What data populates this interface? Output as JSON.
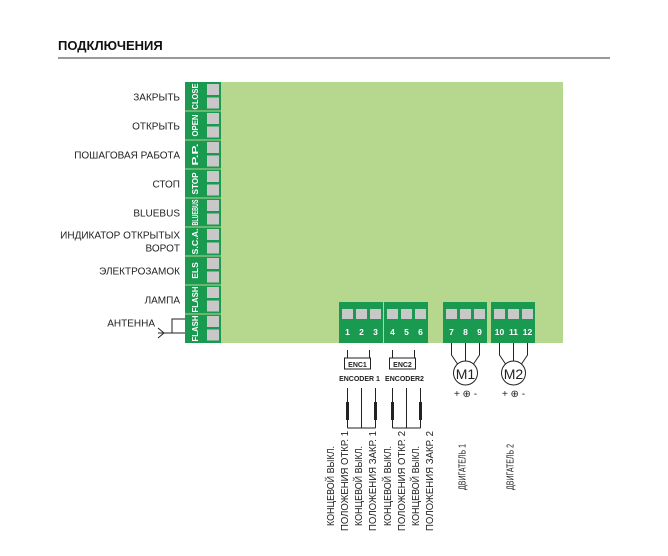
{
  "title": "ПОДКЛЮЧЕНИЯ",
  "colors": {
    "board": "#b6d88e",
    "terminal": "#1a9a50",
    "pin": "#c8c8c8"
  },
  "left_terminals": [
    {
      "label": "ЗАКРЫТЬ",
      "code": "CLOSE"
    },
    {
      "label": "ОТКРЫТЬ",
      "code": "OPEN"
    },
    {
      "label": "ПОШАГОВАЯ РАБОТА",
      "code": "P.P."
    },
    {
      "label": "СТОП",
      "code": "STOP"
    },
    {
      "label": "BLUEBUS",
      "code": "BLUEBUS"
    },
    {
      "label": "ИНДИКАТОР ОТКРЫТЫХ",
      "label2": "ВОРОТ",
      "code": "S.C.A."
    },
    {
      "label": "ЭЛЕКТРОЗАМОК",
      "code": "ELS"
    },
    {
      "label": "ЛАМПА",
      "code": "FLASH"
    },
    {
      "label": "АНТЕННА",
      "code": "FLASH"
    }
  ],
  "bottom_terminals": [
    "1",
    "2",
    "3",
    "4",
    "5",
    "6",
    "7",
    "8",
    "9",
    "10",
    "11",
    "12"
  ],
  "encoders": [
    {
      "box": "ENC1",
      "name": "ENCODER 1"
    },
    {
      "box": "ENC2",
      "name": "ENCODER2"
    }
  ],
  "motors": [
    {
      "name": "M1",
      "polarity": "+ ⊕ -",
      "label": "ДВИГАТЕЛЬ 1"
    },
    {
      "name": "M2",
      "polarity": "+ ⊕ -",
      "label": "ДВИГАТЕЛЬ 2"
    }
  ],
  "limit_labels": [
    "КОНЦЕВОЙ ВЫКЛ.",
    "ПОЛОЖЕНИЯ ОТКР. 1",
    "КОНЦЕВОЙ ВЫКЛ.",
    "ПОЛОЖЕНИЯ ЗАКР. 1",
    "КОНЦЕВОЙ ВЫКЛ.",
    "ПОЛОЖЕНИЯ ОТКР. 2",
    "КОНЦЕВОЙ ВЫКЛ.",
    "ПОЛОЖЕНИЯ ЗАКР. 2"
  ]
}
